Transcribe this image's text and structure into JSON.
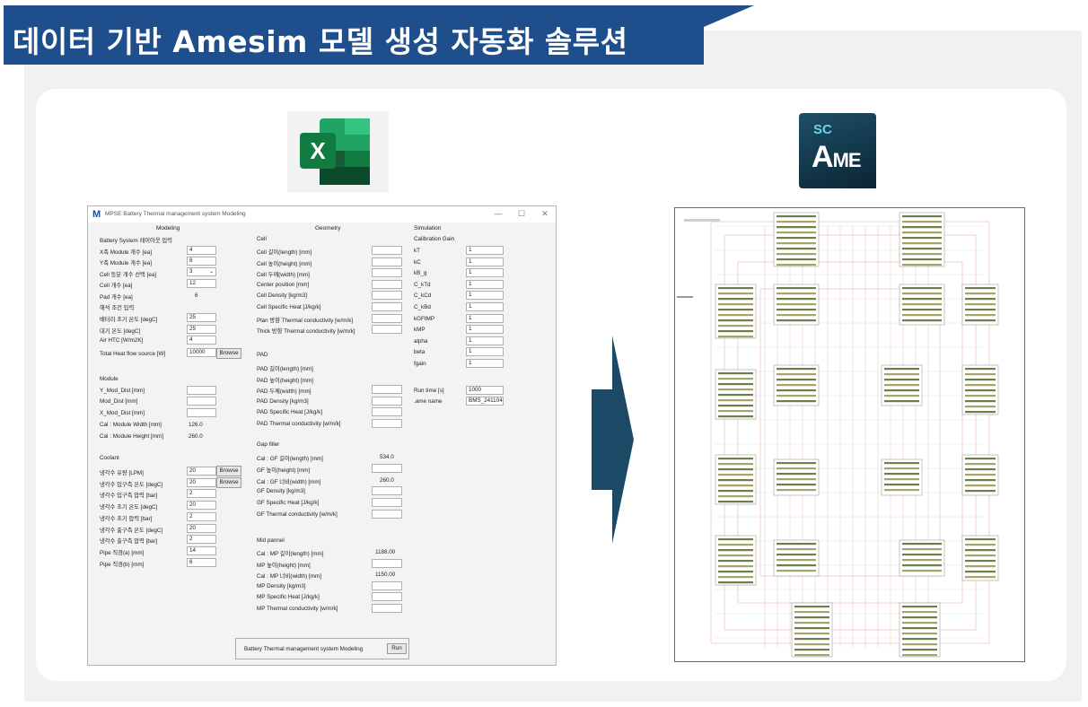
{
  "title": "데이터 기반 Amesim 모델 생성 자동화 솔루션",
  "icons": {
    "excel": "excel-icon",
    "amesim": "amesim-icon",
    "arrow": "right-arrow-icon"
  },
  "colors": {
    "title_band": "#1f4e8c",
    "arrow": "#1c4a66",
    "excel_green": "#107c41"
  },
  "excel_letter": "X",
  "ame_logo": {
    "sc": "SC",
    "a": "A",
    "me": "ME"
  },
  "window": {
    "app_letter": "M",
    "title": "MPSE Battery Thermal management system Modeling",
    "controls": {
      "min": "—",
      "max": "☐",
      "close": "✕"
    },
    "modeling": {
      "header": "Modeling",
      "battery": {
        "title": "Battery System 레이아웃 입력",
        "rows": [
          {
            "label": "X축 Module 개수 [ea]",
            "value": "4"
          },
          {
            "label": "Y축 Module 개수 [ea]",
            "value": "8"
          },
          {
            "label": "Cell 등분 개수 선택 [ea]",
            "value": "3"
          },
          {
            "label": "Cell 개수 [ea]",
            "value": "12"
          }
        ],
        "pad_label": "Pad 개수 [ea]",
        "pad_value": "6",
        "cond_title": "해석 조건 입력",
        "cond_rows": [
          {
            "label": "배터리 초기 온도 [degC]",
            "value": "25"
          },
          {
            "label": "대기 온도 [degC]",
            "value": "25"
          },
          {
            "label": "Air HTC [W/m2K]",
            "value": "4"
          }
        ],
        "heat_label": "Total Heat flow source [W]",
        "heat_value": "10000",
        "browse": "Browse"
      },
      "module": {
        "title": "Module",
        "rows": [
          {
            "label": "Y_Mod_Dist [mm]",
            "value": ""
          },
          {
            "label": "Mod_Dist [mm]",
            "value": ""
          },
          {
            "label": "X_Mod_Dist [mm]",
            "value": ""
          }
        ],
        "cal_rows": [
          {
            "label": "Cal : Module Width [mm]",
            "value": "126.0"
          },
          {
            "label": "Cal : Module Height [mm]",
            "value": "260.0"
          }
        ]
      },
      "coolant": {
        "title": "Coolant",
        "rows": [
          {
            "label": "냉각수 유량 [LPM]",
            "value": "20",
            "browse": "Browse"
          },
          {
            "label": "냉각수 입구측 온도 [degC]",
            "value": "20",
            "browse": "Browse"
          },
          {
            "label": "냉각수 입구측 압력 [bar]",
            "value": "2"
          },
          {
            "label": "냉각수 초기 온도 [degC]",
            "value": "20"
          },
          {
            "label": "냉각수 초기 압력 [bar]",
            "value": "2"
          },
          {
            "label": "냉각수 출구측 온도 [degC]",
            "value": "20"
          },
          {
            "label": "냉각수 출구측 압력 [bar]",
            "value": "2"
          },
          {
            "label": "Pipe 직경(a) [mm]",
            "value": "14"
          },
          {
            "label": "Pipe 직경(b) [mm]",
            "value": "6"
          }
        ]
      }
    },
    "geometry": {
      "header": "Geometry",
      "cell": {
        "title": "Cell",
        "rows": [
          {
            "label": "Cell 길이(length) [mm]"
          },
          {
            "label": "Cell 높이(height) [mm]"
          },
          {
            "label": "Cell 두께(width) [mm]"
          },
          {
            "label": "Center position [mm]"
          },
          {
            "label": "Cell Density [kg/m3]"
          },
          {
            "label": "Cell Specific Heat [J/kg/k]"
          },
          {
            "label": "Plan 방향 Thermal conductivity [w/m/k]"
          },
          {
            "label": "Thick 방향 Thermal conductivity [w/m/k]"
          }
        ]
      },
      "pad": {
        "title": "PAD",
        "rows": [
          {
            "label": "PAD 길이(length) [mm]",
            "input": false
          },
          {
            "label": "PAD 높이(height) [mm]",
            "input": false
          },
          {
            "label": "PAD 두께(width) [mm]",
            "input": true
          },
          {
            "label": "PAD Density [kg/m3]",
            "input": true
          },
          {
            "label": "PAD Specific Heat [J/kg/k]",
            "input": true
          },
          {
            "label": "PAD Thermal conductivity [w/m/k]",
            "input": true
          }
        ]
      },
      "gap": {
        "title": "Gap filler",
        "rows": [
          {
            "label": "Cal : GF 길이(length) [mm]",
            "value": "534.0",
            "input": false
          },
          {
            "label": "GF 높이(height) [mm]",
            "value": "",
            "input": true
          },
          {
            "label": "Cal : GF 너비(width) [mm]",
            "value": "260.0",
            "input": false
          },
          {
            "label": "GF Density [kg/m3]",
            "value": "",
            "input": true
          },
          {
            "label": "GF Specific Heat [J/kg/k]",
            "value": "",
            "input": true
          },
          {
            "label": "GF Thermal conductivity [w/m/k]",
            "value": "",
            "input": true
          }
        ]
      },
      "mid": {
        "title": "Mid pannel",
        "rows": [
          {
            "label": "Cal : MP 길이(length) [mm]",
            "value": "1188.00",
            "input": false
          },
          {
            "label": "MP 높이(height) [mm]",
            "value": "",
            "input": true
          },
          {
            "label": "Cal : MP 너비(width) [mm]",
            "value": "1150.00",
            "input": false
          },
          {
            "label": "MP Density [kg/m3]",
            "value": "",
            "input": true
          },
          {
            "label": "MP Specific Heat [J/kg/k]",
            "value": "",
            "input": true
          },
          {
            "label": "MP Thermal conductivity [w/m/k]",
            "value": "",
            "input": true
          }
        ]
      }
    },
    "simulation": {
      "header": "Simulation",
      "gain_title": "Calibration Gain",
      "rows": [
        {
          "label": "kT",
          "value": "1"
        },
        {
          "label": "kC",
          "value": "1"
        },
        {
          "label": "kB_g",
          "value": "1"
        },
        {
          "label": "C_kTd",
          "value": "1"
        },
        {
          "label": "C_kCd",
          "value": "1"
        },
        {
          "label": "C_kBd",
          "value": "1"
        },
        {
          "label": "kGFtMP",
          "value": "1"
        },
        {
          "label": "kMP",
          "value": "1"
        },
        {
          "label": "alpha",
          "value": "1"
        },
        {
          "label": "beta",
          "value": "1"
        },
        {
          "label": "fgain",
          "value": "1"
        }
      ],
      "runtime_label": "Run time [s]",
      "runtime_value": "1000",
      "ame_label": ".ame name",
      "ame_value": "BMS_241104"
    },
    "footer": {
      "label": "Battery Thermal management system Modeling",
      "run": "Run"
    }
  }
}
